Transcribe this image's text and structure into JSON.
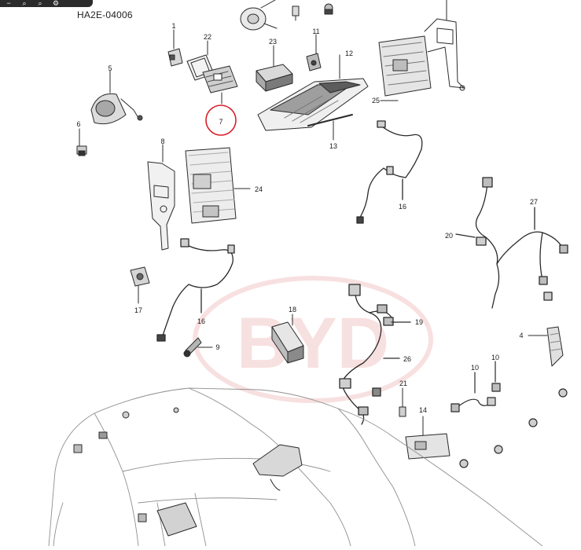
{
  "toolbar": {
    "buttons": [
      {
        "name": "zoom-out-icon",
        "glyph": "−"
      },
      {
        "name": "zoom-in-icon",
        "glyph": "⌕"
      },
      {
        "name": "search-icon",
        "glyph": "⌕"
      },
      {
        "name": "settings-icon",
        "glyph": "⚙"
      }
    ]
  },
  "diagram": {
    "code": "HA2E-04006",
    "watermark": "BYD",
    "highlight_color": "#d9202a",
    "watermark_color": "#f2c7c7",
    "line_color": "#2a2a2a",
    "callouts": [
      {
        "id": "c1",
        "label": "1"
      },
      {
        "id": "c22",
        "label": "22"
      },
      {
        "id": "c23",
        "label": "23"
      },
      {
        "id": "c11",
        "label": "11"
      },
      {
        "id": "c12",
        "label": "12"
      },
      {
        "id": "c25",
        "label": "25"
      },
      {
        "id": "c5",
        "label": "5"
      },
      {
        "id": "c6",
        "label": "6"
      },
      {
        "id": "c7",
        "label": "7"
      },
      {
        "id": "c13",
        "label": "13"
      },
      {
        "id": "c8",
        "label": "8"
      },
      {
        "id": "c24",
        "label": "24"
      },
      {
        "id": "c16a",
        "label": "16"
      },
      {
        "id": "c27",
        "label": "27"
      },
      {
        "id": "c20",
        "label": "20"
      },
      {
        "id": "c17",
        "label": "17"
      },
      {
        "id": "c16b",
        "label": "16"
      },
      {
        "id": "c18",
        "label": "18"
      },
      {
        "id": "c19",
        "label": "19"
      },
      {
        "id": "c9",
        "label": "9"
      },
      {
        "id": "c26",
        "label": "26"
      },
      {
        "id": "c4",
        "label": "4"
      },
      {
        "id": "c10a",
        "label": "10"
      },
      {
        "id": "c10b",
        "label": "10"
      },
      {
        "id": "c21",
        "label": "21"
      },
      {
        "id": "c14",
        "label": "14"
      }
    ]
  }
}
